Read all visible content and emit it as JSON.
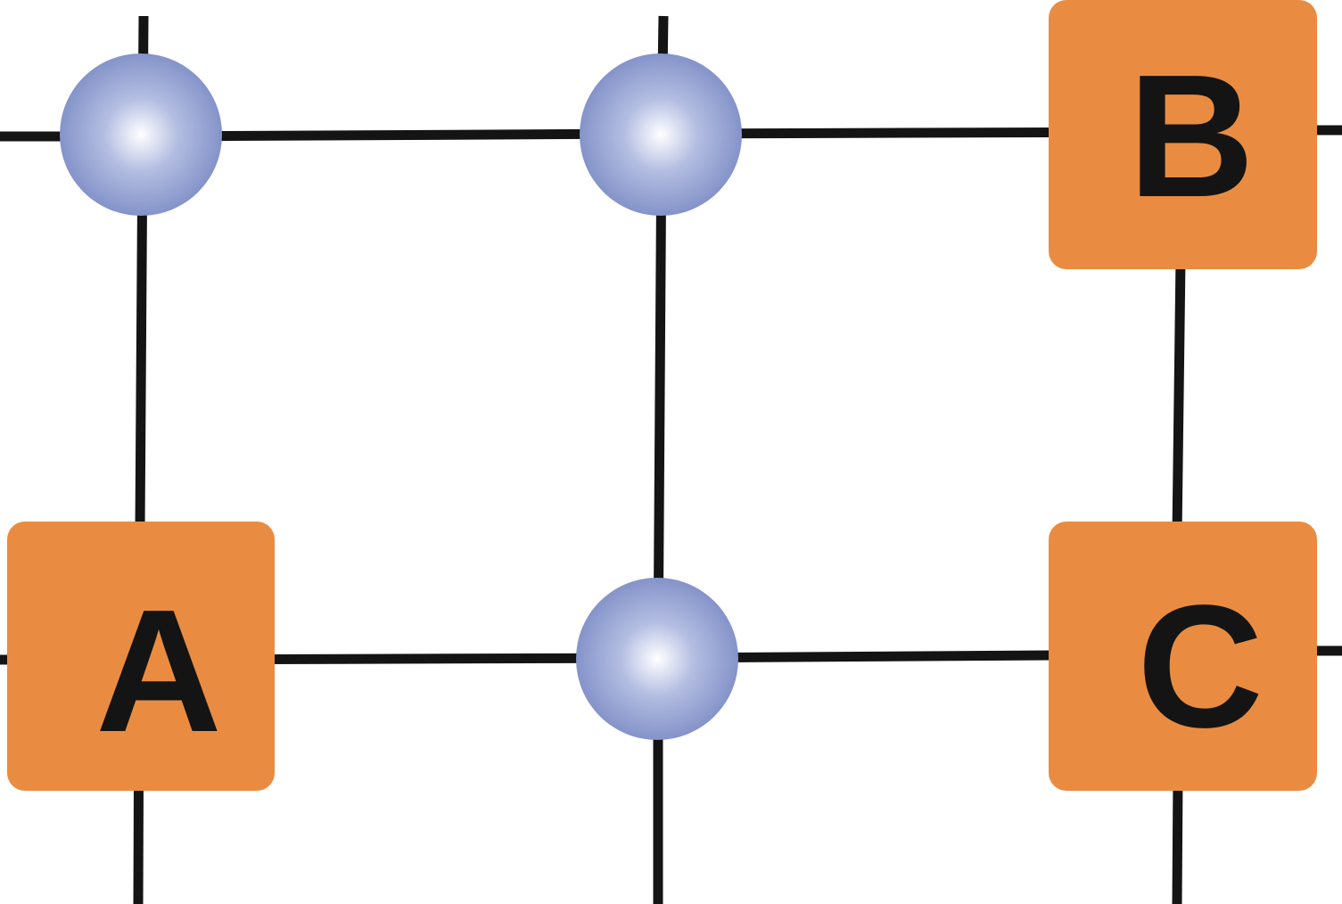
{
  "colors": {
    "line": "#141414",
    "box_fill": "#E98C41",
    "sphere_center": "#ffffff",
    "sphere_mid": "#B4BEE2",
    "sphere_edge": "#8493C9",
    "label": "#141414"
  },
  "nodes": {
    "box_a": {
      "label": "A",
      "shape": "rounded-square"
    },
    "box_b": {
      "label": "B",
      "shape": "rounded-square"
    },
    "box_c": {
      "label": "C",
      "shape": "rounded-square"
    },
    "sphere_top_left": {
      "shape": "sphere"
    },
    "sphere_top_middle": {
      "shape": "sphere"
    },
    "sphere_bottom_middle": {
      "shape": "sphere"
    }
  },
  "edges": [
    [
      "sphere_top_left",
      "sphere_top_middle"
    ],
    [
      "sphere_top_middle",
      "box_b"
    ],
    [
      "box_a",
      "sphere_bottom_middle"
    ],
    [
      "sphere_bottom_middle",
      "box_c"
    ],
    [
      "sphere_top_left",
      "box_a"
    ],
    [
      "sphere_top_middle",
      "sphere_bottom_middle"
    ],
    [
      "box_b",
      "box_c"
    ]
  ]
}
